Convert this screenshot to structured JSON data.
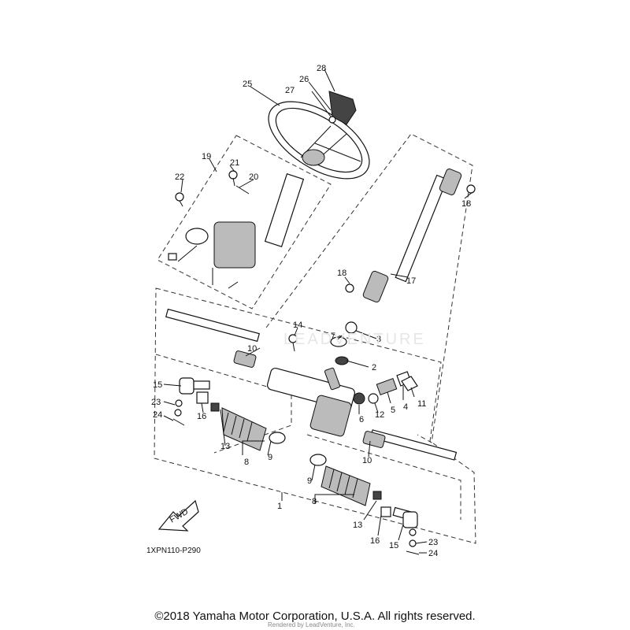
{
  "diagram_code": "1XPN110-P290",
  "fwd_label": "FWD",
  "copyright": "©2018 Yamaha Motor Corporation, U.S.A. All rights reserved.",
  "watermark": "LEADVENTURE",
  "rendered_by": "Rendered by LeadVenture, Inc.",
  "callouts": {
    "c28": "28",
    "c26": "26",
    "c27": "27",
    "c25": "25",
    "c19": "19",
    "c21": "21",
    "c20": "20",
    "c22": "22",
    "c18a": "18",
    "c18b": "18",
    "c17": "17",
    "c14": "14",
    "c10a": "10",
    "c7": "7",
    "c3": "3",
    "c2": "2",
    "c15a": "15",
    "c23a": "23",
    "c24a": "24",
    "c16a": "16",
    "c13a": "13",
    "c8a": "8",
    "c9a": "9",
    "c6": "6",
    "c12": "12",
    "c5": "5",
    "c4": "4",
    "c11": "11",
    "c10b": "10",
    "c9b": "9",
    "c8b": "8",
    "c1": "1",
    "c13b": "13",
    "c16b": "16",
    "c15b": "15",
    "c23b": "23",
    "c24b": "24"
  }
}
